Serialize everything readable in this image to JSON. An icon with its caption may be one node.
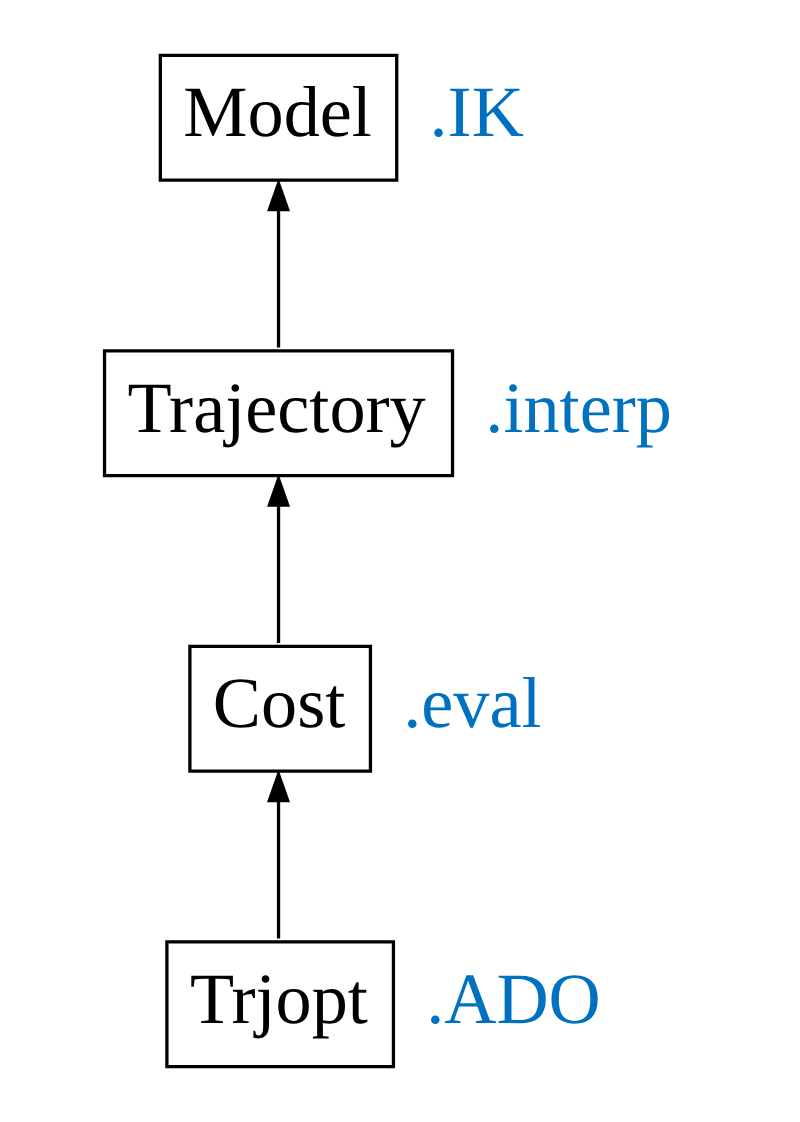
{
  "diagram": {
    "nodes": [
      {
        "text": [
          "Model"
        ],
        "beside": [
          ".IK"
        ]
      },
      {
        "text": [
          "Trajectory"
        ],
        "beside": [
          ".interp"
        ]
      },
      {
        "text": [
          "Cost"
        ],
        "beside": [
          ".eval"
        ]
      },
      {
        "text": [
          "Trjopt"
        ],
        "beside": [
          ".ADO"
        ]
      }
    ],
    "edges": [
      {
        "from": 1,
        "to": 0,
        "arrow": "to"
      },
      {
        "from": 2,
        "to": 1,
        "arrow": "to"
      },
      {
        "from": 3,
        "to": 2,
        "arrow": "to"
      }
    ]
  }
}
